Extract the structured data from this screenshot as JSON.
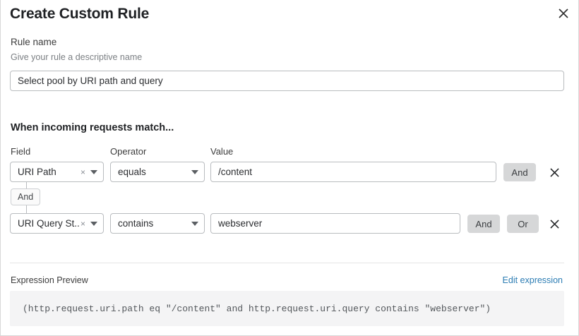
{
  "dialog": {
    "title": "Create Custom Rule",
    "close_label": "close-icon"
  },
  "rule_name": {
    "label": "Rule name",
    "helper": "Give your rule a descriptive name",
    "value": "Select pool by URI path and query",
    "placeholder": ""
  },
  "match_section": {
    "heading": "When incoming requests match...",
    "columns": {
      "field": "Field",
      "operator": "Operator",
      "value": "Value"
    },
    "connector": {
      "label": "And"
    },
    "rows": [
      {
        "field": "URI Path",
        "operator": "equals",
        "value": "/content",
        "buttons": [
          "And"
        ],
        "remove_label": "remove-icon",
        "clear_label": "×"
      },
      {
        "field": "URI Query St...",
        "operator": "contains",
        "value": "webserver",
        "buttons": [
          "And",
          "Or"
        ],
        "remove_label": "remove-icon",
        "clear_label": "×"
      }
    ]
  },
  "expression": {
    "label": "Expression Preview",
    "edit_link": "Edit expression",
    "preview": "(http.request.uri.path eq \"/content\" and http.request.uri.query contains \"webserver\")"
  },
  "colors": {
    "link": "#2b7cb3",
    "pill_bg": "#d6d7d8",
    "border": "#b9bcbf",
    "expr_bg": "#f4f4f5"
  }
}
